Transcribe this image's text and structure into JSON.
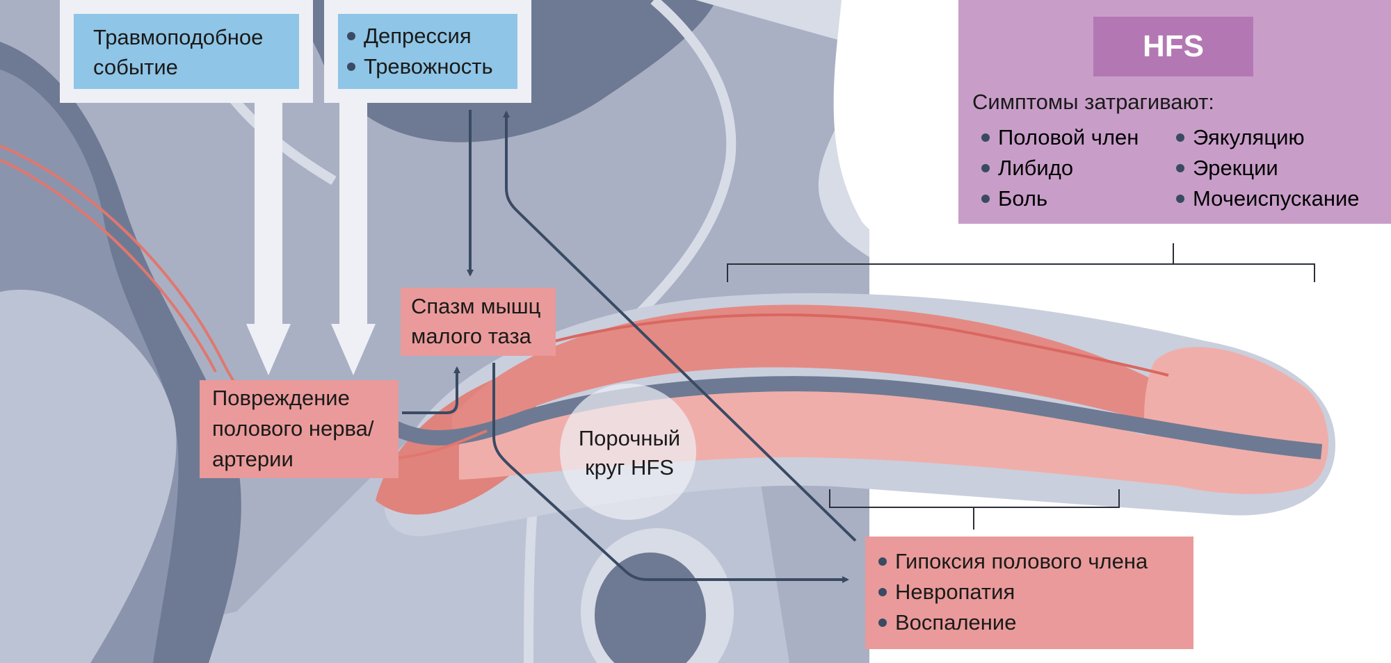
{
  "trauma_box": {
    "text": "Травмоподобное событие"
  },
  "mood_box": {
    "items": [
      "Депрессия",
      "Тревожность"
    ]
  },
  "spasm_box": {
    "text": "Спазм мышц малого таза"
  },
  "nerve_box": {
    "text": "Повреждение полового нерва/артерии"
  },
  "vicious_circle": {
    "text": "Порочный круг HFS"
  },
  "outcomes_box": {
    "items": [
      "Гипоксия полового члена",
      "Невропатия",
      "Воспаление"
    ]
  },
  "hfs_panel": {
    "title": "HFS",
    "subtitle": "Симптомы затрагивают:",
    "col1": [
      "Половой член",
      "Либидо",
      "Боль"
    ],
    "col2": [
      "Эякуляцию",
      "Эрекции",
      "Мочеиспускание"
    ]
  },
  "colors": {
    "blue_box": "#8fc5e6",
    "pink_box": "#ea9a9a",
    "hfs_panel": "#c89ec9",
    "hfs_title": "#b378b4",
    "arrow": "#3a4a63"
  }
}
